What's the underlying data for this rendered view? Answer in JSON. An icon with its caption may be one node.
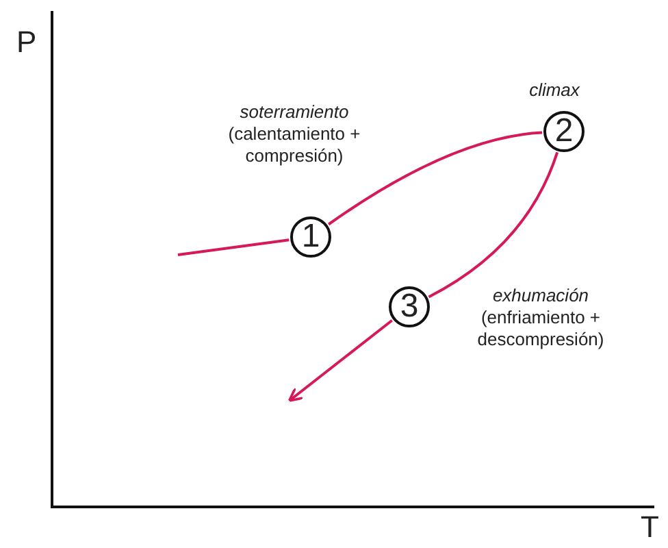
{
  "diagram": {
    "nodes": [
      {
        "text": [
          "1"
        ],
        "beside": [
          "soterramiento",
          "(calentamiento + compresión)"
        ]
      },
      {
        "text": [
          "2"
        ],
        "beside": [
          "climax"
        ]
      },
      {
        "text": [
          "3"
        ],
        "beside": [
          "exhumación",
          "(enfriamiento + descompresión)"
        ]
      }
    ],
    "edges": [
      {
        "from": null,
        "to": 0,
        "arrow": "none",
        "color": "#d6195a"
      },
      {
        "from": 0,
        "to": 1,
        "arrow": "none",
        "color": "#d6195a"
      },
      {
        "from": 1,
        "to": 2,
        "arrow": "none",
        "color": "#d6195a"
      },
      {
        "from": 2,
        "to": null,
        "arrow": "to",
        "color": "#d6195a"
      }
    ],
    "labels": [
      "P",
      "T"
    ]
  }
}
